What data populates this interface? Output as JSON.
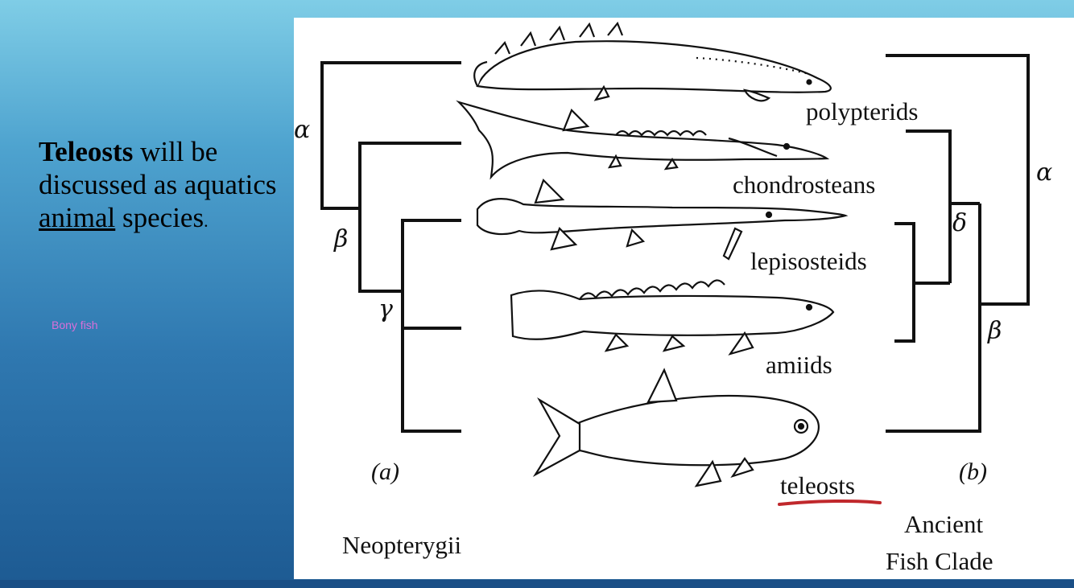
{
  "slide": {
    "text_bold": "Teleosts",
    "text_1": " will be discussed as aquatics ",
    "text_underlined": "animal",
    "text_2": " species",
    "text_end": ".",
    "subnote": "Bony fish"
  },
  "diagram": {
    "taxa": [
      "polypterids",
      "chondrosteans",
      "lepisosteids",
      "amiids",
      "teleosts"
    ],
    "left_nodes": {
      "alpha": "α",
      "beta": "β",
      "gamma": "γ"
    },
    "right_nodes": {
      "alpha": "α",
      "beta": "β",
      "delta": "δ"
    },
    "panel_a": "(a)",
    "panel_b": "(b)",
    "left_caption": "Neopterygii",
    "right_caption_line1": "Ancient",
    "right_caption_line2": "Fish Clade",
    "highlight_color": "#c0282c"
  }
}
